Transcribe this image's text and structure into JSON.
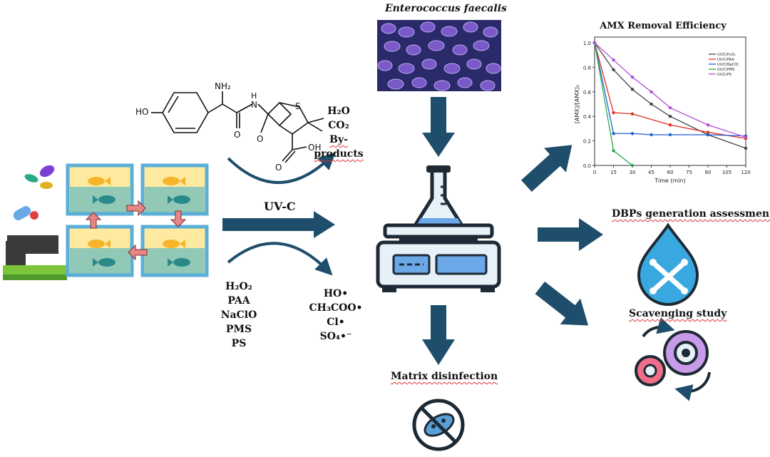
{
  "labels": {
    "bacteria": "Enterococcus faecalis",
    "uvc": "UV-C",
    "products": [
      "H₂O",
      "CO₂",
      "By-products"
    ],
    "oxidants": [
      "H₂O₂",
      "PAA",
      "NaClO",
      "PMS",
      "PS"
    ],
    "radicals": [
      "HO•",
      "CH₃COO•",
      "Cl•",
      "SO₄•⁻"
    ],
    "matrix": "Matrix disinfection",
    "dbps": "DBPs generation assessment",
    "scavenging": "Scavenging study"
  },
  "molecule": {
    "ho": "HO",
    "nh2": "NH₂",
    "h": "H",
    "n": "N",
    "s": "S",
    "o1": "O",
    "o2": "O",
    "oh": "OH"
  },
  "chart_data": {
    "type": "line",
    "title": "AMX Removal Efficiency",
    "xlabel": "Time (min)",
    "ylabel": "[AMX]/[AMX]₀",
    "xlim": [
      0,
      120
    ],
    "ylim": [
      0,
      1.0
    ],
    "xticks": [
      0,
      15,
      30,
      45,
      60,
      75,
      90,
      105,
      120
    ],
    "yticks": [
      0.0,
      0.2,
      0.4,
      0.6,
      0.8,
      1.0
    ],
    "legend_placement": "top-right",
    "series": [
      {
        "name": "UV/C/H₂O₂",
        "color": "#444444",
        "x": [
          0,
          15,
          30,
          45,
          60,
          90,
          120
        ],
        "y": [
          1.0,
          0.78,
          0.62,
          0.5,
          0.4,
          0.25,
          0.14
        ]
      },
      {
        "name": "UV/C/PAA",
        "color": "#e0301e",
        "x": [
          0,
          15,
          30,
          60,
          90,
          120
        ],
        "y": [
          1.0,
          0.43,
          0.42,
          0.33,
          0.27,
          0.22
        ]
      },
      {
        "name": "UV/C/NaClO",
        "color": "#1f5fd6",
        "x": [
          0,
          15,
          30,
          45,
          60,
          90,
          120
        ],
        "y": [
          1.0,
          0.26,
          0.26,
          0.25,
          0.25,
          0.25,
          0.24
        ]
      },
      {
        "name": "UV/C/PMS",
        "color": "#2aa84a",
        "x": [
          0,
          15,
          30
        ],
        "y": [
          1.0,
          0.12,
          0.0
        ]
      },
      {
        "name": "UV/C/PS",
        "color": "#b24fd8",
        "x": [
          0,
          15,
          30,
          45,
          60,
          90,
          120
        ],
        "y": [
          1.0,
          0.86,
          0.72,
          0.6,
          0.47,
          0.33,
          0.23
        ]
      }
    ]
  }
}
